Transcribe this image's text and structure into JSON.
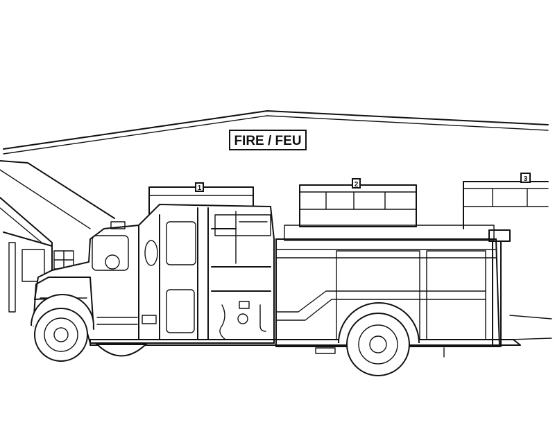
{
  "building": {
    "sign_text": "FIRE / FEU",
    "bays": [
      {
        "number": "1"
      },
      {
        "number": "2"
      },
      {
        "number": "3"
      }
    ]
  },
  "colors": {
    "ink": "#111111",
    "paper": "#ffffff"
  }
}
